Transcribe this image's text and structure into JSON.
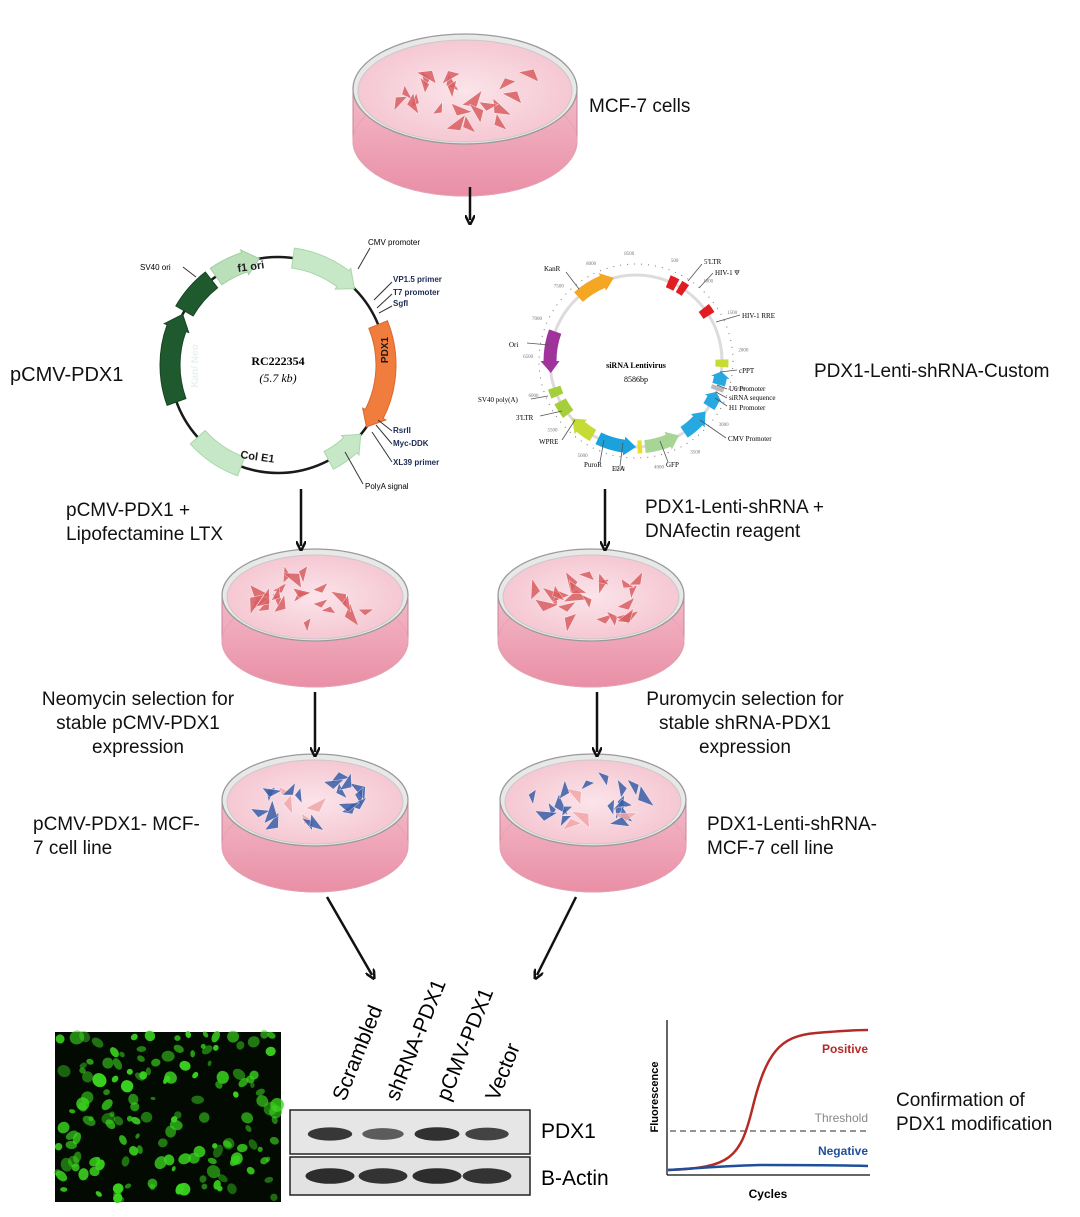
{
  "top": {
    "cells_label": "MCF-7 cells"
  },
  "left": {
    "plasmid_name": "pCMV-PDX1",
    "plasmid_id": "RC222354",
    "plasmid_size": "(5.7 kb)",
    "features": {
      "sv40_ori": "SV40 ori",
      "f1_ori": "f1 ori",
      "kan_neo": "Kan/ Neo",
      "col_e1": "Col E1",
      "pdx1": "PDX1",
      "cmv_promoter": "CMV promoter",
      "vp15_primer": "VP1.5 primer",
      "t7_promoter": "T7 promoter",
      "sgfi": "SgfI",
      "rsrii": "RsrII",
      "myc_ddk": "Myc-DDK",
      "xl39_primer": "XL39 primer",
      "polya_signal": "PolyA signal"
    },
    "transfection": [
      "pCMV-PDX1 +",
      "Lipofectamine LTX"
    ],
    "selection": [
      "Neomycin selection for",
      "stable pCMV-PDX1",
      "expression"
    ],
    "cell_line": [
      "pCMV-PDX1- MCF-",
      "7 cell line"
    ]
  },
  "right": {
    "plasmid_name": "PDX1-Lenti-shRNA-Custom",
    "vector_title": "siRNA Lentivirus",
    "vector_size": "8586bp",
    "features": {
      "kanr": "KanR",
      "ori": "Ori",
      "sv40_polya": "SV40 poly(A)",
      "ltr3": "3'LTR",
      "wpre": "WPRE",
      "puror": "PuroR",
      "e2a": "E2A",
      "gfp": "GFP",
      "cmv_promoter": "CMV Promoter",
      "h1_promoter": "H1 Promoter",
      "sirna_sequence": "siRNA sequence",
      "u6_promoter": "U6 Promoter",
      "cppt": "cPPT",
      "hiv_rre": "HIV-1 RRE",
      "hiv_psi": "HIV-1 Ψ",
      "ltr5": "5'LTR"
    },
    "ruler": [
      "500",
      "1000",
      "1500",
      "2000",
      "2500",
      "3000",
      "3500",
      "4000",
      "4500",
      "5000",
      "5500",
      "6000",
      "6500",
      "7000",
      "7500",
      "8000",
      "8500"
    ],
    "transfection": [
      "PDX1-Lenti-shRNA +",
      "DNAfectin reagent"
    ],
    "selection": [
      "Puromycin selection for",
      "stable shRNA-PDX1",
      "expression"
    ],
    "cell_line": [
      "PDX1-Lenti-shRNA-",
      "MCF-7 cell line"
    ]
  },
  "western": {
    "lanes": [
      "Scrambled",
      "shRNA-PDX1",
      "pCMV-PDX1",
      "Vector"
    ],
    "bands": [
      "PDX1",
      "B-Actin"
    ],
    "pdx1_intensity": [
      0.85,
      0.55,
      0.9,
      0.75
    ],
    "actin_intensity": [
      0.9,
      0.88,
      0.9,
      0.88
    ]
  },
  "qpcr": {
    "y_label": "Fluorescence",
    "x_label": "Cycles",
    "positive": "Positive",
    "threshold": "Threshold",
    "negative": "Negative"
  },
  "confirmation": [
    "Confirmation of",
    "PDX1 modification"
  ],
  "colors": {
    "dish_pink": "#f6cbd5",
    "cell_red": "#d95f62",
    "cell_blue": "#3a5ea8",
    "fluor_green": "#3ad31f",
    "positive_red": "#b42a25",
    "negative_blue": "#1f4f9a"
  }
}
